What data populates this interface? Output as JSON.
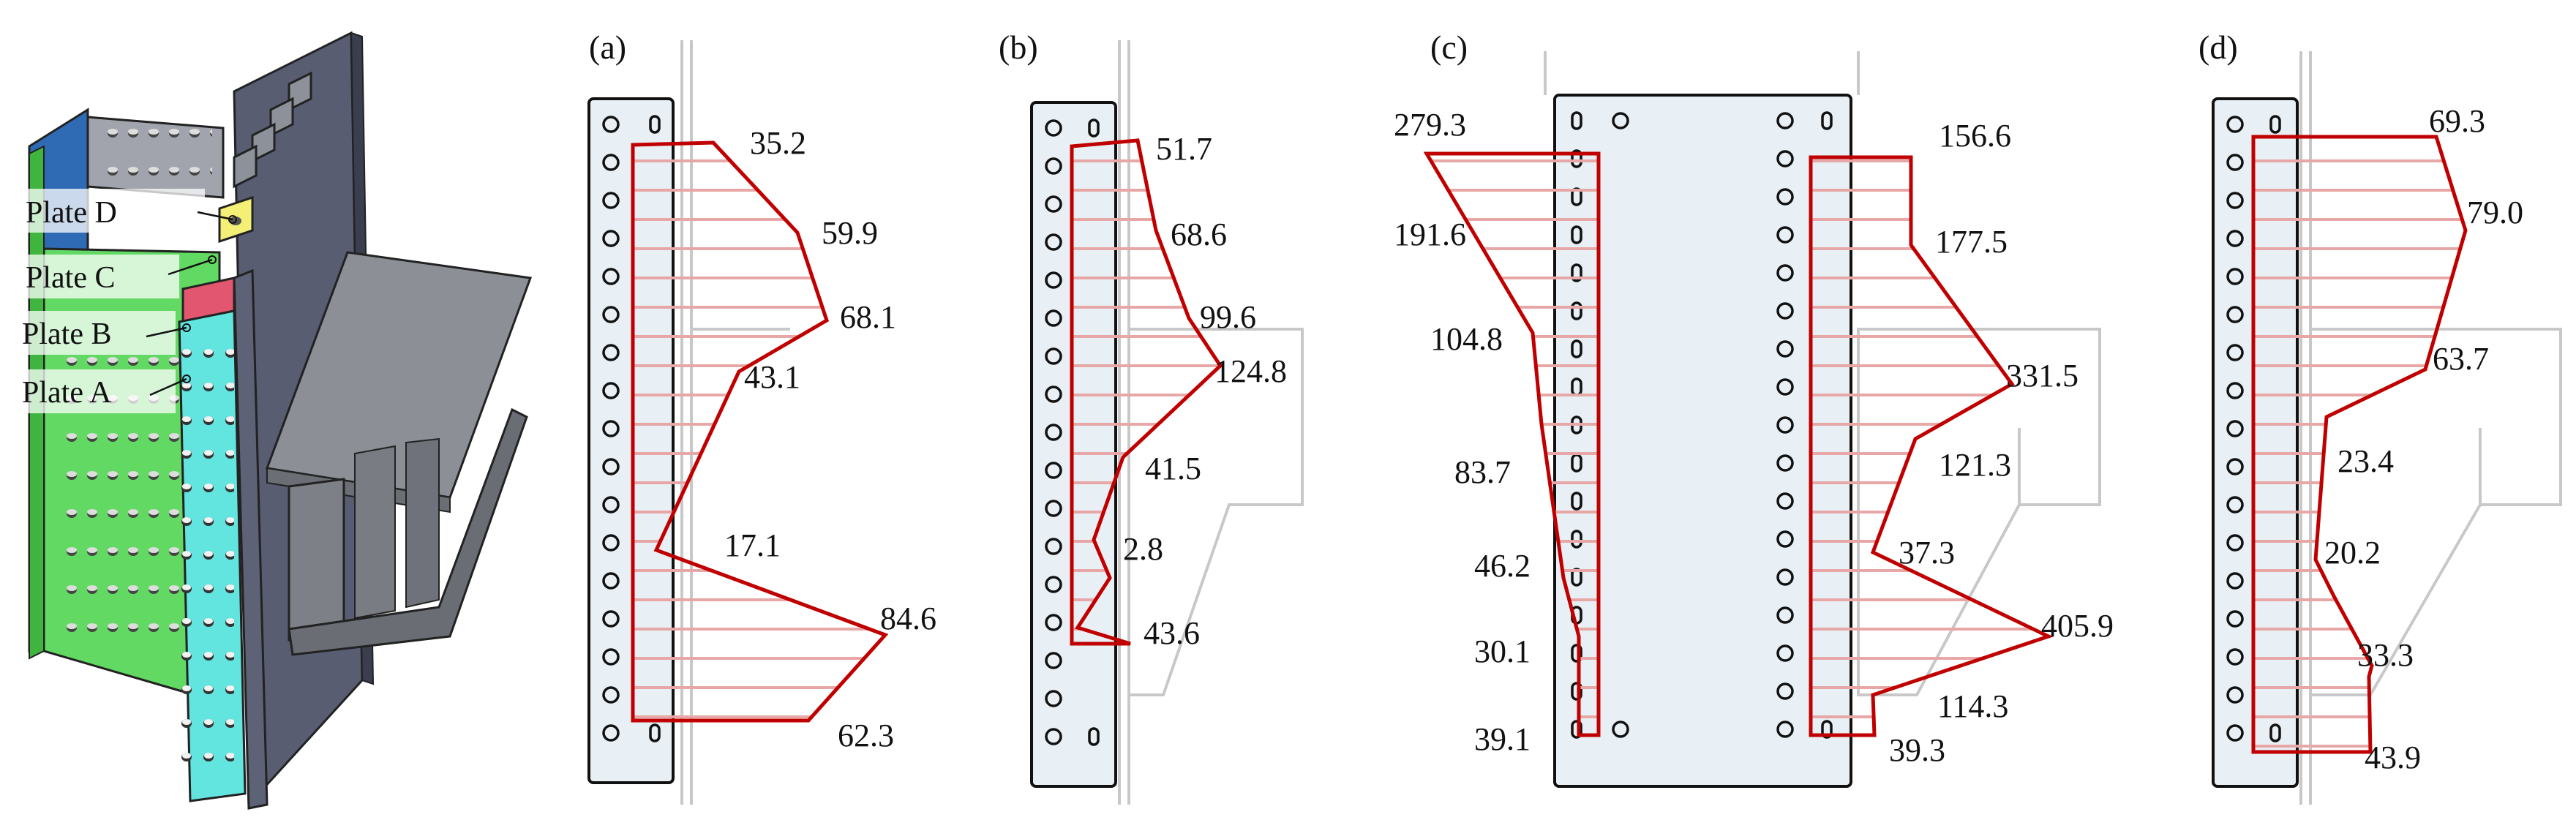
{
  "colors": {
    "outline": "#c00000",
    "hatch": "#e8a7a7",
    "plate_fill": "#e9f0f5",
    "bg_grey": "#bdbdbd",
    "cyan": "#62e4df",
    "green": "#62d962",
    "pink": "#e2566f",
    "yellow": "#f3f075",
    "grey_metal": "#969aa3",
    "dark_metal": "#555a6e"
  },
  "model": {
    "labels": {
      "plate_d": "Plate D",
      "plate_c": "Plate C",
      "plate_b": "Plate B",
      "plate_a": "Plate A"
    }
  },
  "panels": {
    "a": {
      "label": "(a)",
      "values": {
        "v1": "35.2",
        "v2": "59.9",
        "v3": "68.1",
        "v4": "43.1",
        "v5": "17.1",
        "v6": "84.6",
        "v7": "62.3"
      }
    },
    "b": {
      "label": "(b)",
      "values": {
        "v1": "51.7",
        "v2": "68.6",
        "v3": "99.6",
        "v4": "124.8",
        "v5": "41.5",
        "v6": "2.8",
        "v7": "43.6"
      }
    },
    "c": {
      "label": "(c)",
      "left_values": {
        "v1": "279.3",
        "v2": "191.6",
        "v3": "104.8",
        "v4": "83.7",
        "v5": "46.2",
        "v6": "30.1",
        "v7": "39.1"
      },
      "right_values": {
        "v1": "156.6",
        "v2": "177.5",
        "v3": "331.5",
        "v4": "121.3",
        "v5": "37.3",
        "v6": "405.9",
        "v7": "114.3",
        "v8": "39.3"
      }
    },
    "d": {
      "label": "(d)",
      "values": {
        "v1": "69.3",
        "v2": "79.0",
        "v3": "63.7",
        "v4": "23.4",
        "v5": "20.2",
        "v6": "33.3",
        "v7": "43.9"
      }
    }
  }
}
